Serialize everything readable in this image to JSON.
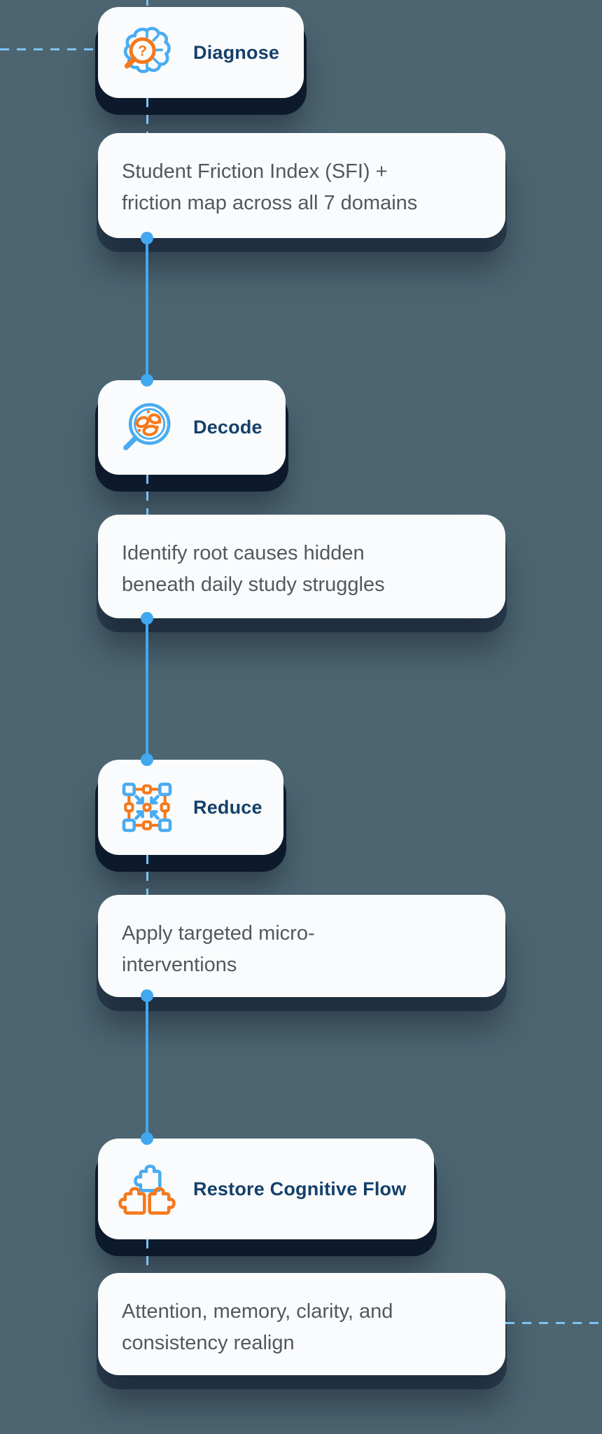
{
  "palette": {
    "background": "#4c6571",
    "card": "#fafbfc",
    "accent_blue": "#41a8f0",
    "dashed_blue": "#7cc3f2",
    "accent_orange": "#f5791c",
    "label_navy": "#14406b",
    "body_gray": "#54585d",
    "shadow_navy": "#0c1a2b"
  },
  "flow": {
    "steps": [
      {
        "label": "Diagnose",
        "icon": "brain-magnifier-icon",
        "description": "Student Friction Index (SFI) +\nfriction map across all 7 domains"
      },
      {
        "label": "Decode",
        "icon": "lens-cells-icon",
        "description": "Identify root causes hidden\nbeneath daily study struggles"
      },
      {
        "label": "Reduce",
        "icon": "compress-target-icon",
        "description": "Apply targeted micro-\ninterventions"
      },
      {
        "label": "Restore Cognitive Flow",
        "icon": "puzzle-pieces-icon",
        "description": "Attention, memory, clarity, and\nconsistency realign"
      }
    ]
  }
}
